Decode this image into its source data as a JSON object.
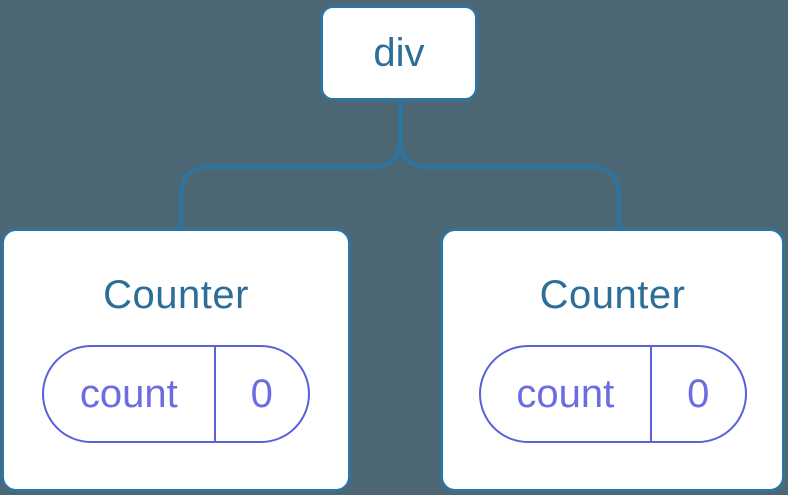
{
  "diagram": {
    "type": "component-tree",
    "root": {
      "label": "div"
    },
    "children": [
      {
        "title": "Counter",
        "state": {
          "key": "count",
          "value": "0"
        }
      },
      {
        "title": "Counter",
        "state": {
          "key": "count",
          "value": "0"
        }
      }
    ]
  },
  "colors": {
    "background": "#4C6773",
    "tree_blue": "#2F74A0",
    "heading_blue": "#2D6E99",
    "state_purple_border": "#5861D6",
    "state_purple_text": "#6C6CE3",
    "node_fill": "#FFFFFF"
  }
}
